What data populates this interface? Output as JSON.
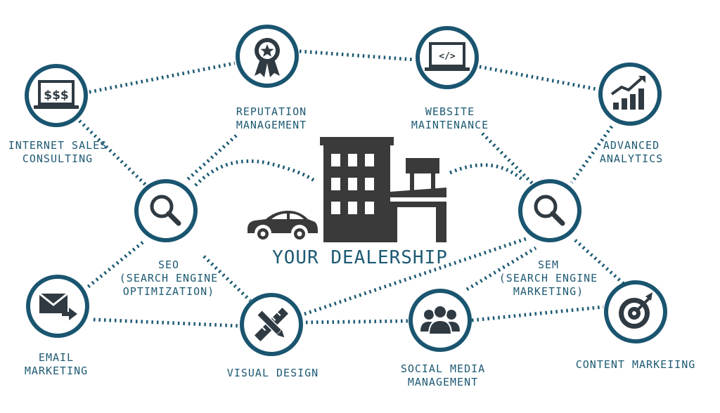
{
  "diagram": {
    "center": {
      "title": "YOUR DEALERSHIP"
    },
    "colors": {
      "accent": "#1d5a73",
      "ring": "#1a5570",
      "icon": "#2f3a42",
      "link": "#1d5a73"
    },
    "nodes": {
      "internet_sales": {
        "label": "INTERNET SALES\nCONSULTING",
        "icon": "dollar-laptop-icon"
      },
      "reputation": {
        "label": "REPUTATION\nMANAGEMENT",
        "icon": "award-ribbon-icon"
      },
      "website": {
        "label": "WEBSITE\nMAINTENANCE",
        "icon": "code-laptop-icon"
      },
      "analytics": {
        "label": "ADVANCED\nANALYTICS",
        "icon": "growth-chart-icon"
      },
      "seo": {
        "label": "SEO\n(SEARCH ENGINE\nOPTIMIZATION)",
        "icon": "magnifier-icon"
      },
      "sem": {
        "label": "SEM\n(SEARCH ENGINE\nMARKETING)",
        "icon": "magnifier-icon"
      },
      "email": {
        "label": "EMAIL\nMARKETING",
        "icon": "envelope-icon"
      },
      "visual": {
        "label": "VISUAL DESIGN",
        "icon": "pencil-ruler-icon"
      },
      "social": {
        "label": "SOCIAL MEDIA\nMANAGEMENT",
        "icon": "people-group-icon"
      },
      "content": {
        "label": "CONTENT MARKEIING",
        "icon": "target-icon"
      }
    }
  }
}
